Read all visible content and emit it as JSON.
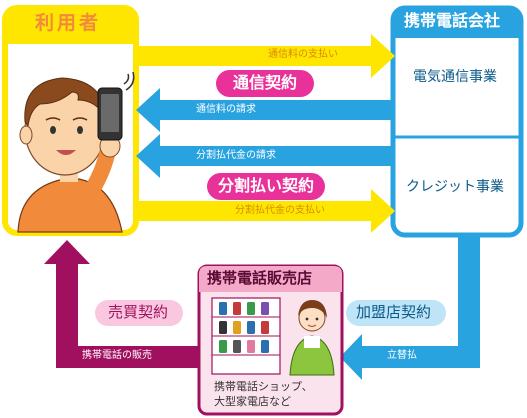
{
  "user_box": {
    "title": "利用者"
  },
  "carrier_box": {
    "title": "携帯電話会社",
    "telecom_section": "電気通信事業",
    "credit_section": "クレジット事業"
  },
  "shop_box": {
    "title": "携帯電話販売店",
    "caption_line1": "携帯電話ショップ、",
    "caption_line2": "大型家電店など"
  },
  "flows": {
    "telecom_fee_payment": "通信料の支払い",
    "telecom_fee_invoice": "通信料の請求",
    "installment_invoice": "分割払代金の請求",
    "installment_payment": "分割払代金の支払い",
    "advance_payment": "立替払",
    "phone_sale": "携帯電話の販売"
  },
  "contracts": {
    "telecom_contract": "通信契約",
    "installment_contract": "分割払い契約",
    "merchant_contract": "加盟店契約",
    "sales_contract": "売買契約"
  },
  "colors": {
    "yellow": "#ffe600",
    "yellow_label": "#e8a800",
    "blue": "#29a3e0",
    "blue_light_bg": "#ffffff",
    "magenta": "#a0105e",
    "pink_pill": "#e8329a",
    "light_pink_pill": "#f9c8e0",
    "light_blue_pill": "#bfe4f8",
    "shop_header": "#f5a9c8",
    "shop_bg": "#fbe3ee"
  }
}
